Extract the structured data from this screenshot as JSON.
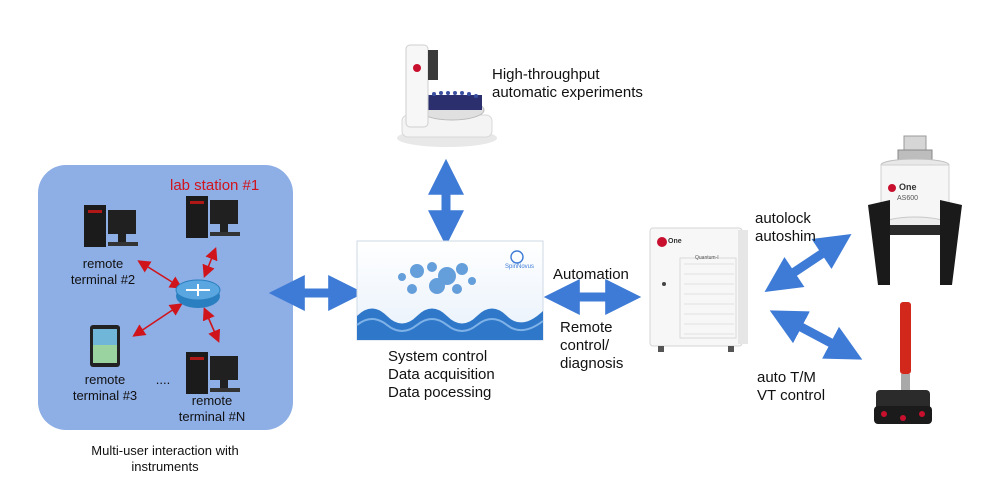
{
  "lab": {
    "station_label": "lab station #1",
    "terminal2": "remote\nterminal #2",
    "terminal3": "remote\nterminal #3",
    "terminalN": "remote\nterminal #N",
    "ellipsis": "....",
    "caption": "Multi-user interaction with\ninstruments"
  },
  "autosampler": {
    "label": "High-throughput\nautomatic experiments"
  },
  "software": {
    "label": "System control\nData acquisition\nData pocessing",
    "logo_text": "SpinNovus"
  },
  "console": {
    "automation_label": "Automation",
    "remote_label": "Remote\ncontrol/\ndiagnosis",
    "brand": "One",
    "model": "Quantum-I"
  },
  "magnet": {
    "label": "autolock\nautoshim",
    "brand": "One",
    "model": "AS600"
  },
  "probe": {
    "label": "auto T/M\nVT control"
  },
  "colors": {
    "arrow": "#3e7bd6",
    "panel": "#8eaee6",
    "red_link": "#d0141b",
    "brand_red": "#c8102e"
  }
}
